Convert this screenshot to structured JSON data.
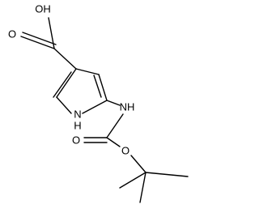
{
  "molecule": {
    "labels": {
      "hydroxyl": "OH",
      "carbonyl_oxygen_acid": "O",
      "ring_nh": "N",
      "ring_nh_h": "H",
      "amide_nh": "NH",
      "carbonyl_oxygen_carbamate": "O",
      "ester_oxygen": "O"
    }
  }
}
